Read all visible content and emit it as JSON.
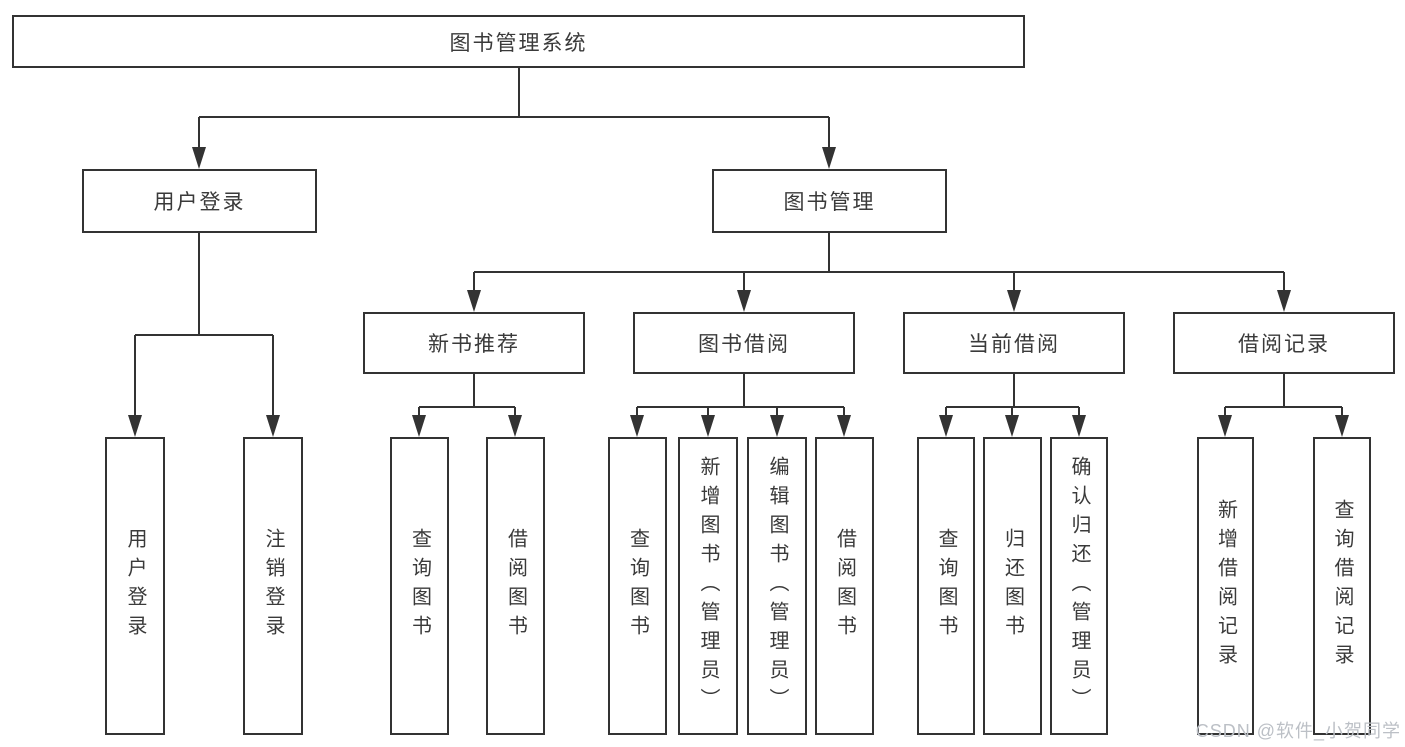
{
  "diagram": {
    "title": "图书管理系统",
    "nodes": {
      "root": "图书管理系统",
      "user_login": "用户登录",
      "book_mgmt": "图书管理",
      "new_book_rec": "新书推荐",
      "book_borrow": "图书借阅",
      "current_borrow": "当前借阅",
      "borrow_record": "借阅记录",
      "user_login_leaf": "用户登录",
      "logout_leaf": "注销登录",
      "rec_query_book": "查询图书",
      "rec_borrow_book": "借阅图书",
      "borrow_query_book": "查询图书",
      "borrow_add_book": "新增图书（管理员）",
      "borrow_edit_book": "编辑图书（管理员）",
      "borrow_borrow_book": "借阅图书",
      "current_query_book": "查询图书",
      "current_return_book": "归还图书",
      "current_confirm_return": "确认归还（管理员）",
      "record_add": "新增借阅记录",
      "record_query": "查询借阅记录"
    },
    "structure": {
      "图书管理系统": [
        "用户登录",
        "图书管理"
      ],
      "用户登录": [
        "用户登录",
        "注销登录"
      ],
      "图书管理": [
        "新书推荐",
        "图书借阅",
        "当前借阅",
        "借阅记录"
      ],
      "新书推荐": [
        "查询图书",
        "借阅图书"
      ],
      "图书借阅": [
        "查询图书",
        "新增图书（管理员）",
        "编辑图书（管理员）",
        "借阅图书"
      ],
      "当前借阅": [
        "查询图书",
        "归还图书",
        "确认归还（管理员）"
      ],
      "借阅记录": [
        "新增借阅记录",
        "查询借阅记录"
      ]
    },
    "colors": {
      "line": "#333333",
      "text": "#3a3a3a",
      "box_background": "#ffffff",
      "page_background": "#ffffff"
    }
  },
  "watermark": {
    "text": "CSDN @软件_小贺同学",
    "color": "#bcc0c6"
  }
}
